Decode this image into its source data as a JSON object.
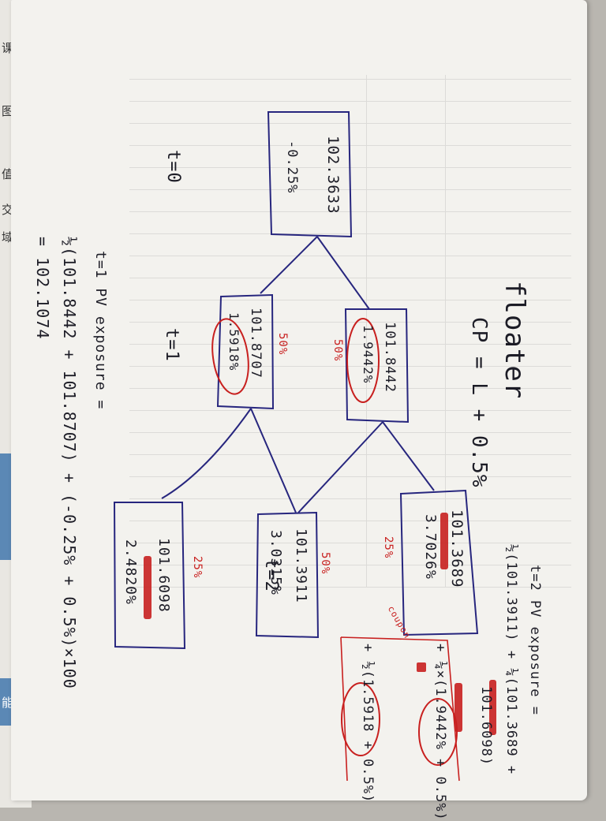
{
  "under_sheet": {
    "chars": [
      "课",
      "图",
      "值",
      "交",
      "域",
      "能"
    ]
  },
  "notes": {
    "title": "floater",
    "cp_formula": "CP = L + 0.5%",
    "t0_label": "t=0",
    "t1_label": "t=1",
    "t2_label": "t=2"
  },
  "tree": {
    "t0": {
      "price": "102.3633",
      "rate": "-0.25%"
    },
    "t1_up": {
      "price": "101.8442",
      "rate": "1.9442%",
      "prob": "50%"
    },
    "t1_down": {
      "price": "101.8707",
      "rate": "1.5918%",
      "prob": "50%"
    },
    "t2_up": {
      "price": "101.3689",
      "rate": "3.7026%",
      "prob": "25%"
    },
    "t2_mid": {
      "price": "101.3911",
      "rate": "3.0315%",
      "prob": "50%"
    },
    "t2_down": {
      "price": "101.6098",
      "rate": "2.4820%",
      "prob": "25%"
    }
  },
  "exposure_t1": {
    "line1": "t=1 PV exposure =",
    "line2": "½(101.8442 + 101.8707) + (-0.25% + 0.5%)×100",
    "line3": "= 102.1074"
  },
  "exposure_t2": {
    "line1": "t=2 PV exposure =",
    "line2": "½(101.3911) + ¼(101.3689 +",
    "line3": "101.6098)",
    "coupon_label": "coupon",
    "coupon_line1": "+ ¼×(1.9442% + 0.5%)",
    "coupon_line2": "+ ½(1.5918 + 0.5%)"
  },
  "colors": {
    "paper": "#f3f2ee",
    "blue_ink": "#27267e",
    "red_ink": "#c8201f"
  }
}
